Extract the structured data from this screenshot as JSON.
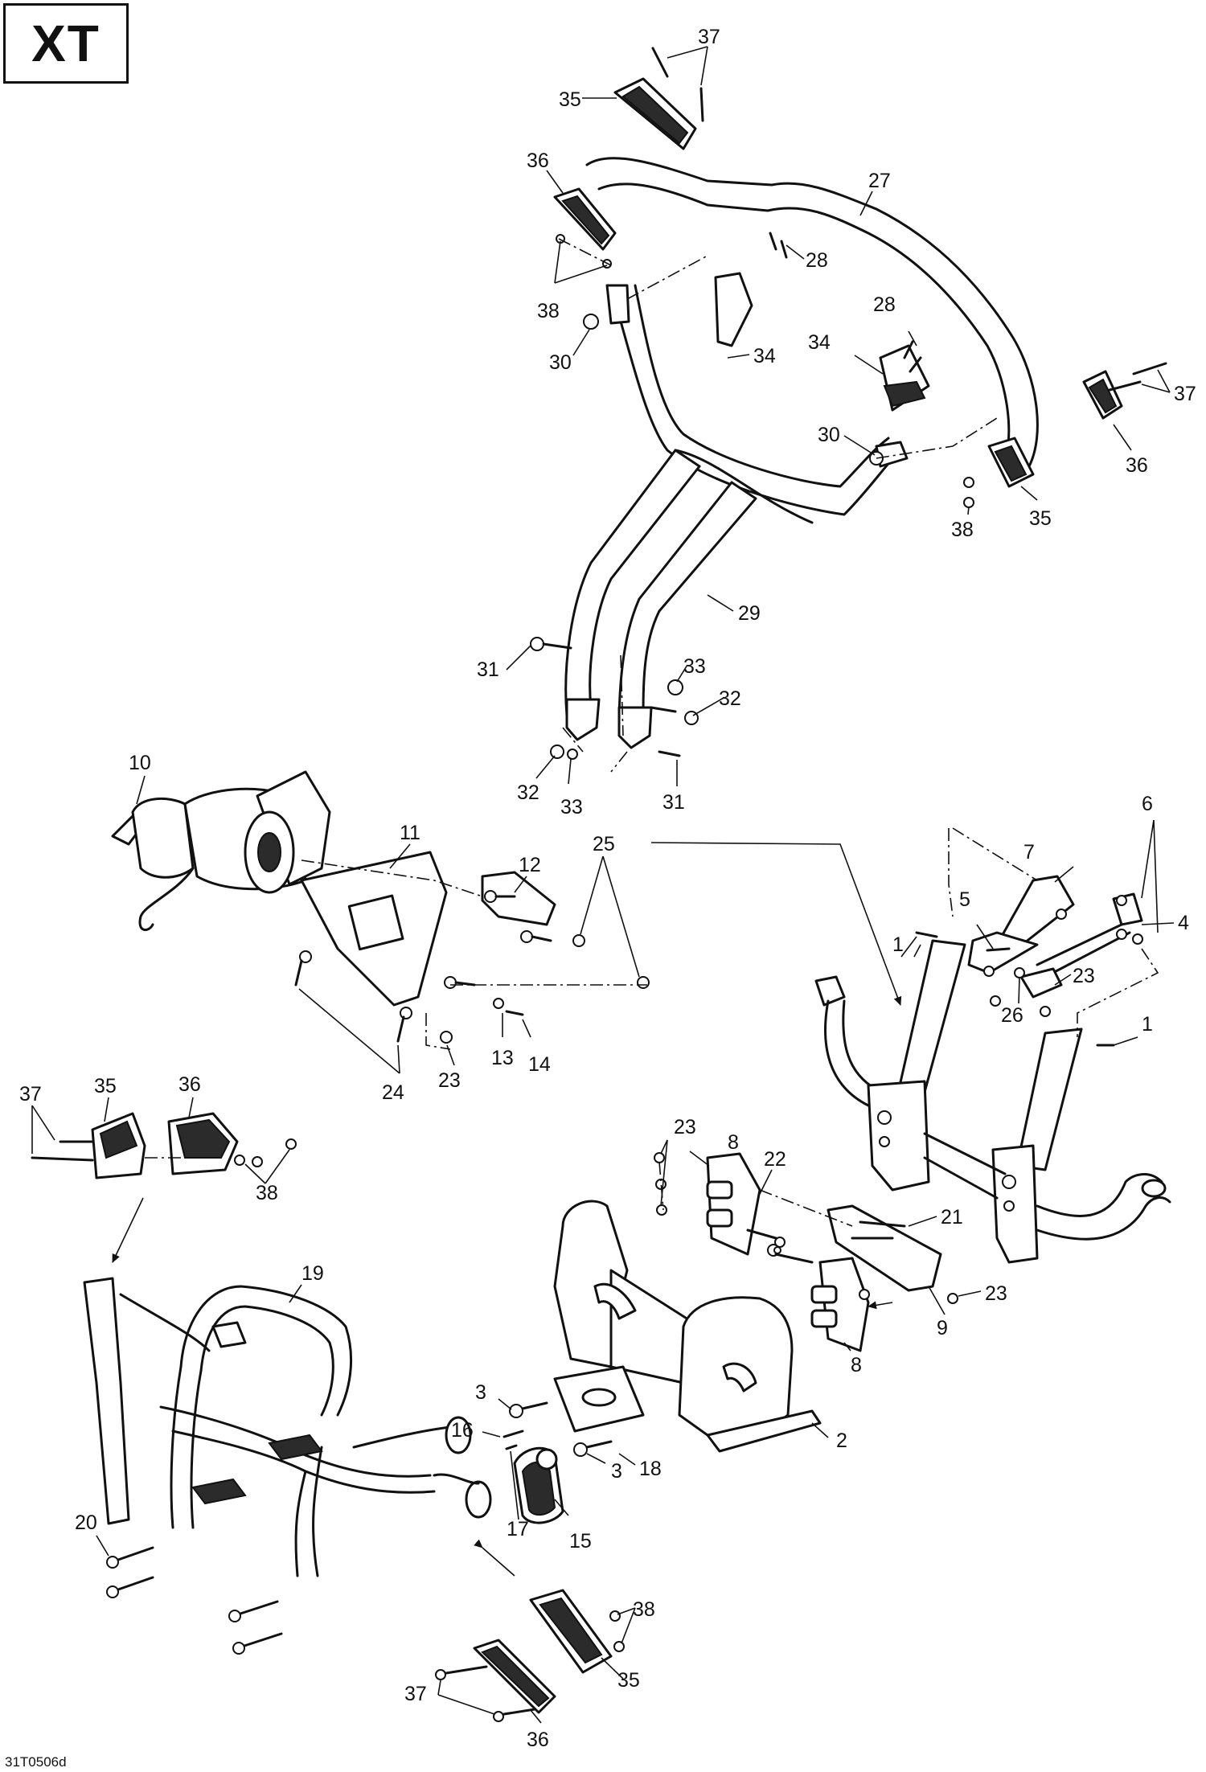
{
  "model_label": "XT",
  "document_code": "31T0506d",
  "callouts": [
    {
      "id": "c37a",
      "text": "37"
    },
    {
      "id": "c35a",
      "text": "35"
    },
    {
      "id": "c36a",
      "text": "36"
    },
    {
      "id": "c27",
      "text": "27"
    },
    {
      "id": "c28a",
      "text": "28"
    },
    {
      "id": "c38a",
      "text": "38"
    },
    {
      "id": "c30a",
      "text": "30"
    },
    {
      "id": "c34a",
      "text": "34"
    },
    {
      "id": "c28b",
      "text": "28"
    },
    {
      "id": "c34b",
      "text": "34"
    },
    {
      "id": "c37b",
      "text": "37"
    },
    {
      "id": "c30b",
      "text": "30"
    },
    {
      "id": "c36b",
      "text": "36"
    },
    {
      "id": "c38b",
      "text": "38"
    },
    {
      "id": "c35b",
      "text": "35"
    },
    {
      "id": "c29",
      "text": "29"
    },
    {
      "id": "c31a",
      "text": "31"
    },
    {
      "id": "c33a",
      "text": "33"
    },
    {
      "id": "c32a",
      "text": "32"
    },
    {
      "id": "c32b",
      "text": "32"
    },
    {
      "id": "c33b",
      "text": "33"
    },
    {
      "id": "c31b",
      "text": "31"
    },
    {
      "id": "c10",
      "text": "10"
    },
    {
      "id": "c11",
      "text": "11"
    },
    {
      "id": "c12",
      "text": "12"
    },
    {
      "id": "c25",
      "text": "25"
    },
    {
      "id": "c7",
      "text": "7"
    },
    {
      "id": "c6",
      "text": "6"
    },
    {
      "id": "c5",
      "text": "5"
    },
    {
      "id": "c1a",
      "text": "1"
    },
    {
      "id": "c4",
      "text": "4"
    },
    {
      "id": "c23a",
      "text": "23"
    },
    {
      "id": "c26",
      "text": "26"
    },
    {
      "id": "c1b",
      "text": "1"
    },
    {
      "id": "c13",
      "text": "13"
    },
    {
      "id": "c14",
      "text": "14"
    },
    {
      "id": "c23b",
      "text": "23"
    },
    {
      "id": "c24",
      "text": "24"
    },
    {
      "id": "c37c",
      "text": "37"
    },
    {
      "id": "c35c",
      "text": "35"
    },
    {
      "id": "c36c",
      "text": "36"
    },
    {
      "id": "c38c",
      "text": "38"
    },
    {
      "id": "c23c",
      "text": "23"
    },
    {
      "id": "c8a",
      "text": "8"
    },
    {
      "id": "c22",
      "text": "22"
    },
    {
      "id": "c21",
      "text": "21"
    },
    {
      "id": "c23d",
      "text": "23"
    },
    {
      "id": "c9",
      "text": "9"
    },
    {
      "id": "c8b",
      "text": "8"
    },
    {
      "id": "c19",
      "text": "19"
    },
    {
      "id": "c3a",
      "text": "3"
    },
    {
      "id": "c16",
      "text": "16"
    },
    {
      "id": "c18",
      "text": "18"
    },
    {
      "id": "c2",
      "text": "2"
    },
    {
      "id": "c3b",
      "text": "3"
    },
    {
      "id": "c17",
      "text": "17"
    },
    {
      "id": "c15",
      "text": "15"
    },
    {
      "id": "c20",
      "text": "20"
    },
    {
      "id": "c38d",
      "text": "38"
    },
    {
      "id": "c35d",
      "text": "35"
    },
    {
      "id": "c37d",
      "text": "37"
    },
    {
      "id": "c36d",
      "text": "36"
    }
  ]
}
